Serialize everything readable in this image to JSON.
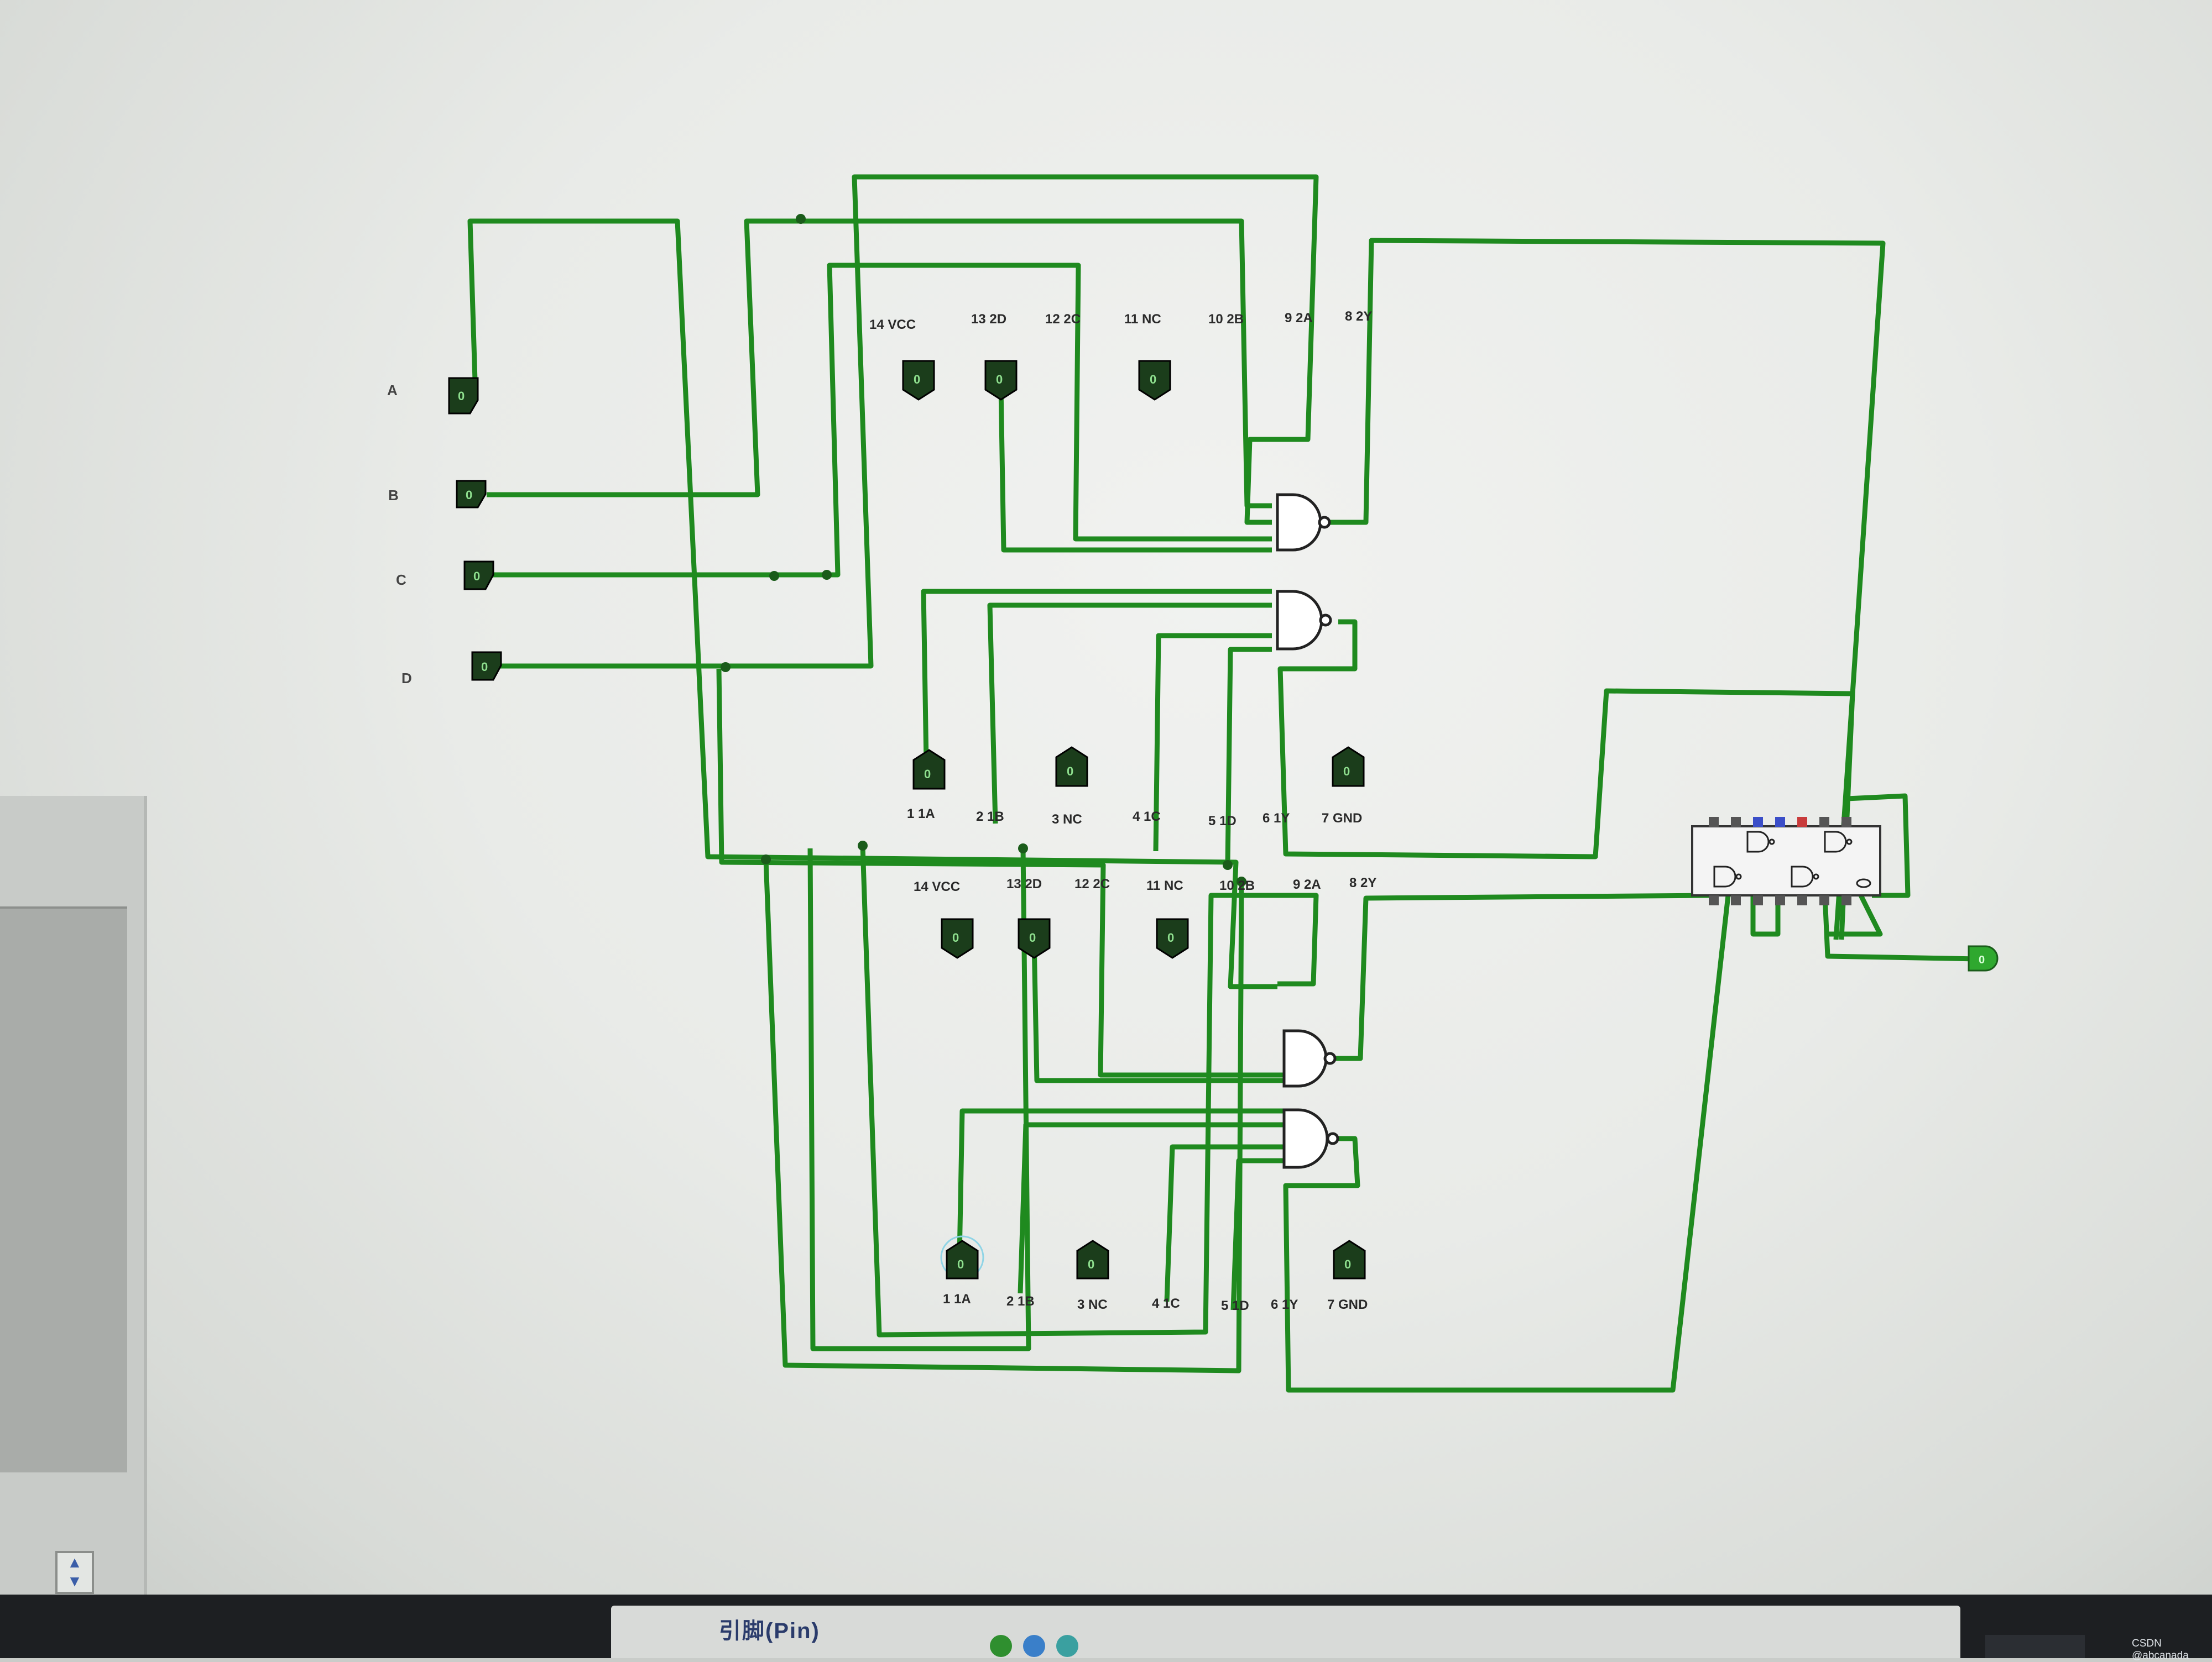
{
  "inputs": [
    {
      "name": "A",
      "value": "0"
    },
    {
      "name": "B",
      "value": "0"
    },
    {
      "name": "C",
      "value": "0"
    },
    {
      "name": "D",
      "value": "0"
    }
  ],
  "chip_upper": {
    "pins_top": [
      "14 VCC",
      "13 2D",
      "12 2C",
      "11 NC",
      "10 2B",
      "9 2A",
      "8 2Y"
    ],
    "pins_bottom": [
      "1 1A",
      "2 1B",
      "3 NC",
      "4 1C",
      "5 1D",
      "6 1Y",
      "7 GND"
    ],
    "pin_value": "0"
  },
  "chip_lower": {
    "pins_top": [
      "14 VCC",
      "13 2D",
      "12 2C",
      "11 NC",
      "10 2B",
      "9 2A",
      "8 2Y"
    ],
    "pins_bottom": [
      "1 1A",
      "2 1B",
      "3 NC",
      "4 1C",
      "5 1D",
      "6 1Y",
      "7 GND"
    ],
    "pin_value": "0"
  },
  "output": {
    "value": "0"
  },
  "taskbar": {
    "label": "引脚(Pin)"
  },
  "watermark": "CSDN @abcanada",
  "colors": {
    "wire": "#1f8a1f",
    "wire_dark": "#1a5c1a",
    "pin_fill": "#1b3d1b",
    "pin_text": "#8fe08f"
  }
}
